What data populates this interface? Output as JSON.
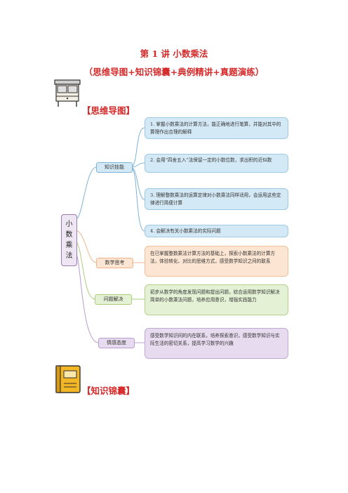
{
  "header": {
    "title": "第 1 讲  小数乘法",
    "subtitle": "（思维导图+知识锦囊+典例精讲+真题演练）"
  },
  "sections": {
    "mindmap": "【思维导图】",
    "knowledge": "【知识锦囊】"
  },
  "mindmap": {
    "root": [
      "小",
      "数",
      "乘",
      "法"
    ],
    "branches": {
      "knowledge_skills": "知识技能",
      "math_thinking": "数学思考",
      "problem_solving": "问题解决",
      "emotion_attitude": "情感态度"
    },
    "boxes": {
      "k1": "1. 掌握小数乘法的计算方法，能正确地进行笔算，并能对其中的算理作出合理的解释",
      "k2": "2. 会用“四舍五入”法保留一定的小数位数，求出积的近似数",
      "k3": "3. 理解整数乘法的运算定律对小数乘法同样适用，会运用这些定律进行简便计算",
      "k4": "4. 会解决有关小数乘法的实际问题",
      "thinking": "在已掌握整数乘法计算方法的基础上，探索小数乘法的计算方法，体验转化、对比的思维方式，感受数学知识之间的联系",
      "problem": "初步从数学的角度发现问题和提出问题，综合运用数学知识解决简单的小数乘法问题，培养应用意识，增强实践能力",
      "emotion": "感受数学知识间的内在联系，培养探索意识，感受数学知识与实际生活的密切关系，提高学习数学的兴趣"
    }
  },
  "colors": {
    "heading_red": "#d42a2a",
    "blue": "#d4e9f6",
    "orange": "#fce5d3",
    "green": "#e4f1d4",
    "purple": "#e7dcef"
  }
}
